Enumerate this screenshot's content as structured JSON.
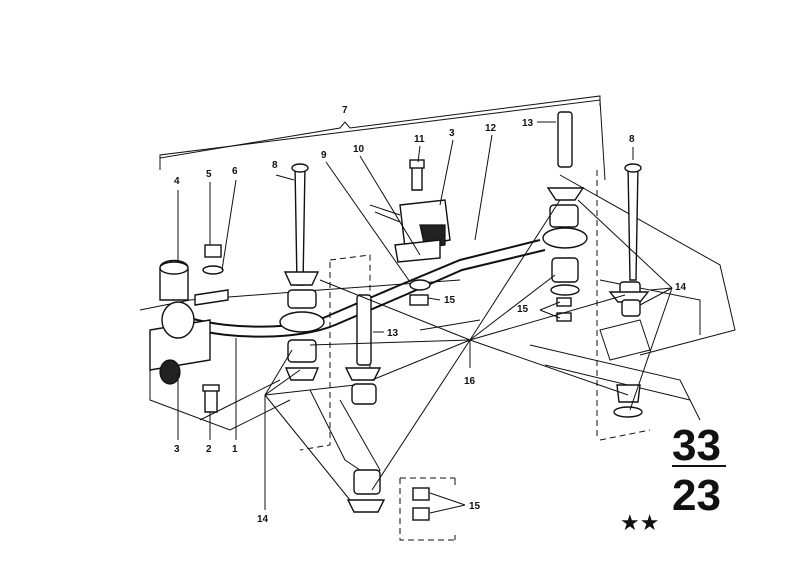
{
  "diagram": {
    "part_numbers": {
      "p1": "1",
      "p2": "2",
      "p3a": "3",
      "p3b": "3",
      "p4": "4",
      "p5": "5",
      "p6": "6",
      "p7": "7",
      "p8a": "8",
      "p8b": "8",
      "p9": "9",
      "p10": "10",
      "p11": "11",
      "p12": "12",
      "p13a": "13",
      "p13b": "13",
      "p14a": "14",
      "p14b": "14",
      "p15a": "15",
      "p15b": "15",
      "p15c": "15",
      "p16": "16"
    },
    "group_code_top": "33",
    "group_code_bottom": "23",
    "rating": "★★"
  }
}
